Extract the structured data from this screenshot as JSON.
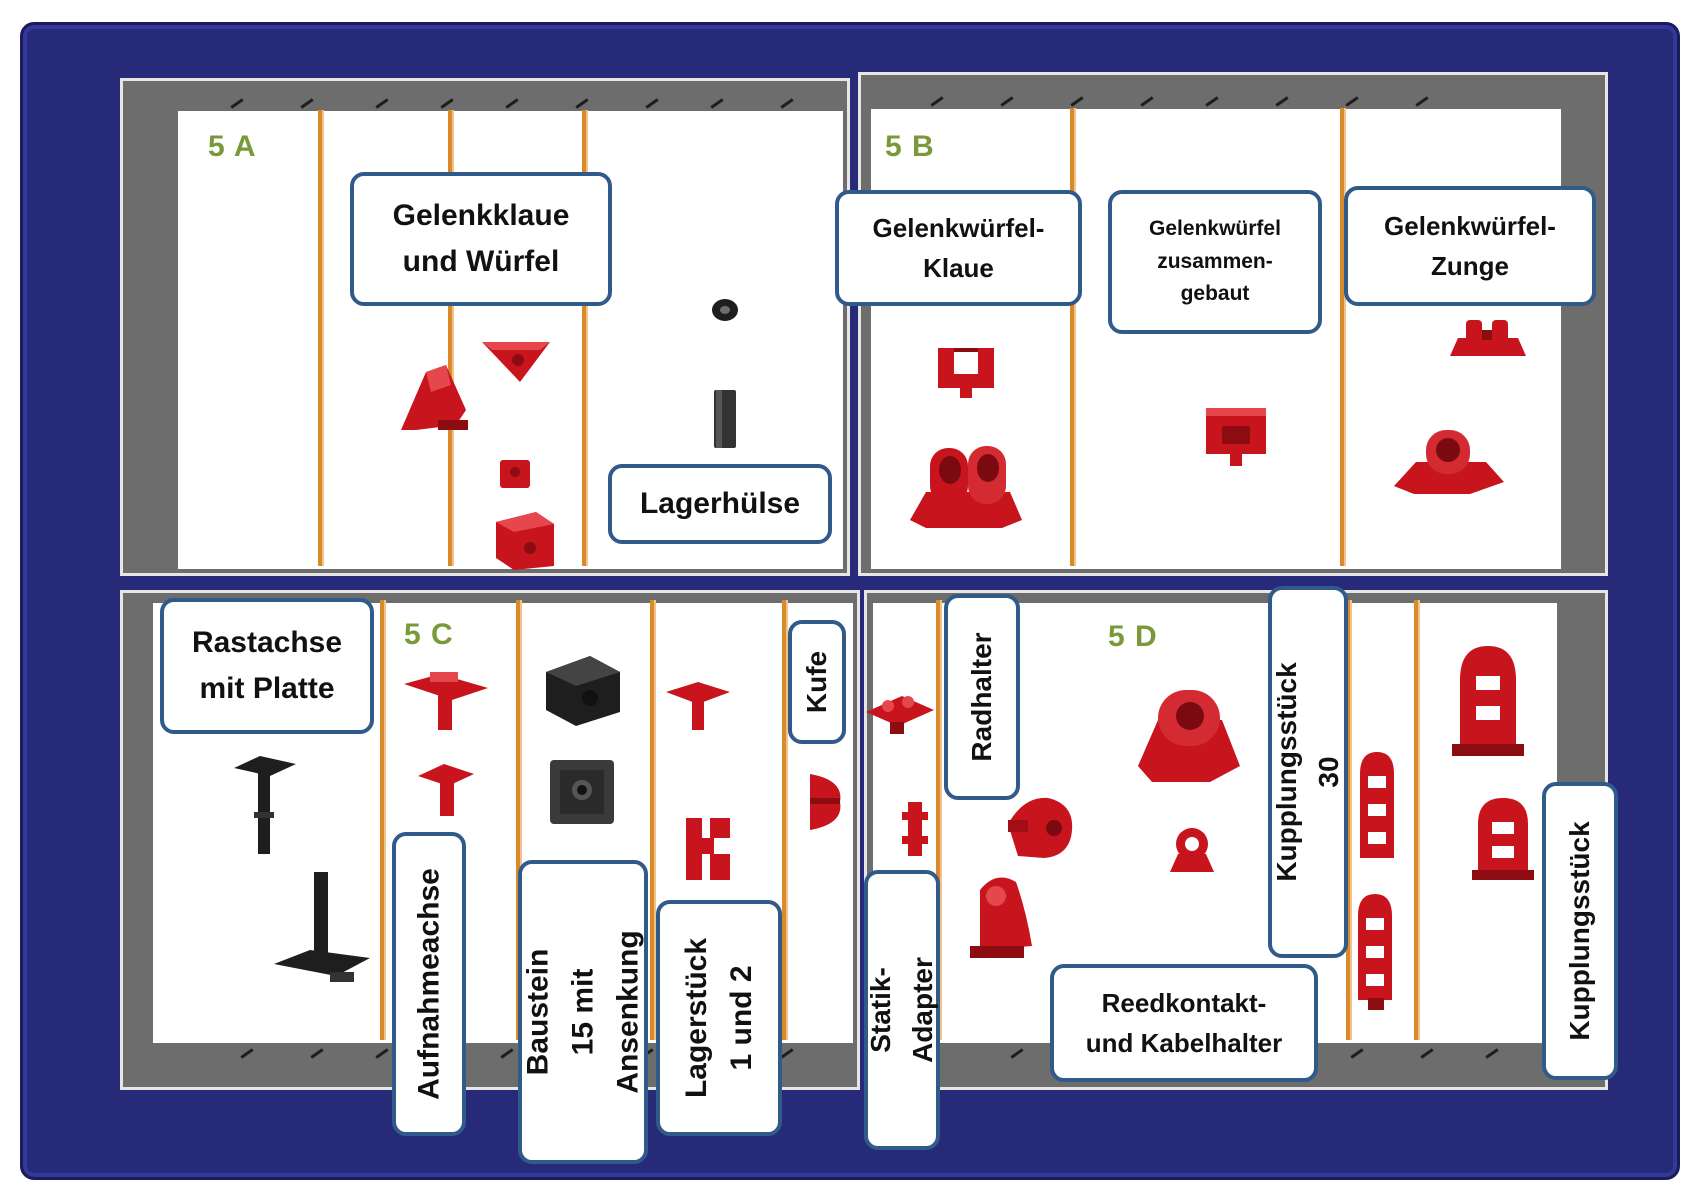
{
  "colors": {
    "tray": "#262a78",
    "compartment_wall": "#6d6d6d",
    "compartment_floor": "#ffffff",
    "divider": "#d98a2b",
    "label_border": "#2f5a8a",
    "section_text": "#7a9a3a",
    "part_red": "#c8141c",
    "part_black": "#1e1e1e"
  },
  "sections": {
    "a": "5 A",
    "b": "5 B",
    "c": "5 C",
    "d": "5 D"
  },
  "labels": {
    "gelenkklaue": "Gelenkklaue\nund Würfel",
    "lagerhuelse": "Lagerhülse",
    "gelenkwuerfel_klaue": "Gelenkwürfel-\nKlaue",
    "gelenkwuerfel_zusammengebaut": "Gelenkwürfel\nzusammen-\ngebaut",
    "gelenkwuerfel_zunge": "Gelenkwürfel-\nZunge",
    "rastachse": "Rastachse\nmit Platte",
    "aufnahmeachse": "Aufnahmeachse",
    "baustein15": "Baustein 15 mit\nAnsenkung",
    "lagerstueck": "Lagerstück\n1 und 2",
    "kufe": "Kufe",
    "statik_adapter": "Statik-Adapter",
    "radhalter": "Radhalter",
    "reedkontakt": "Reedkontakt-\nund Kabelhalter",
    "kupplungsstueck30": "Kupplungsstück 30",
    "kupplungsstueck": "Kupplungsstück"
  },
  "icons": [
    "gelenkklaue-icon",
    "gelenkwuerfel-icon",
    "lagerhuelse-icon",
    "rastachse-icon",
    "aufnahmeachse-icon",
    "baustein15-icon",
    "lagerstueck-icon",
    "kufe-icon",
    "statik-adapter-icon",
    "radhalter-icon",
    "reedkontakt-icon",
    "kupplungsstueck-icon"
  ]
}
